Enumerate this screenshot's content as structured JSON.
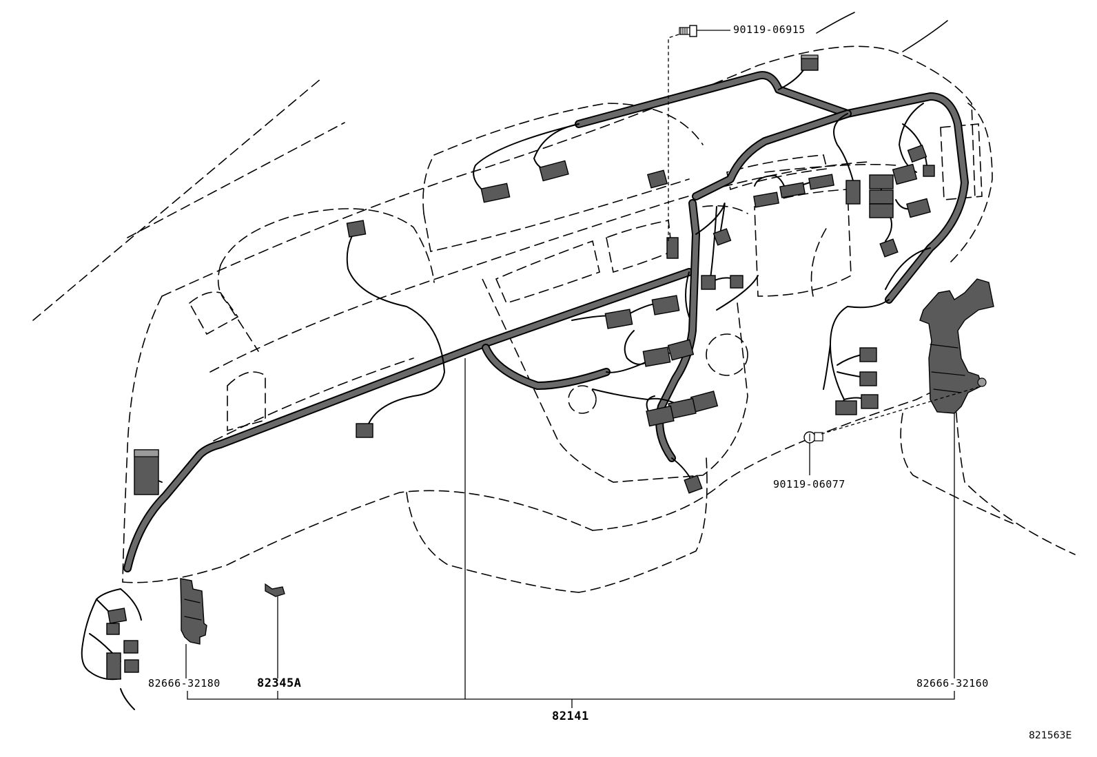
{
  "labels": {
    "p1": "90119-06915",
    "p2": "90119-06077",
    "p3": "82666-32180",
    "p4": "82345A",
    "p5": "82666-32160",
    "p6": "82141"
  },
  "illustration_code": "821563E"
}
